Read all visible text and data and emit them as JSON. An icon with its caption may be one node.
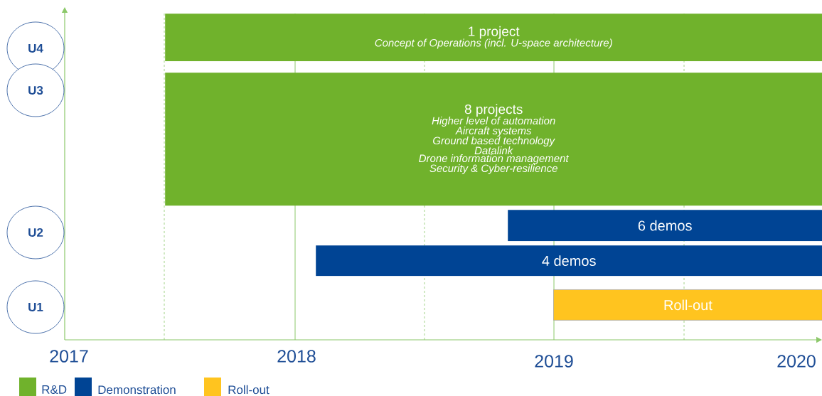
{
  "diagram": {
    "nodes": [
      {
        "text": [
          "U4"
        ]
      },
      {
        "text": [
          "U3"
        ]
      },
      {
        "text": [
          "U2"
        ]
      },
      {
        "text": [
          "U1"
        ]
      },
      {
        "text": [
          "1 project",
          "Concept of Operations (incl. U-space architecture)"
        ]
      },
      {
        "text": [
          "8 projects",
          "Higher level of automation",
          "Aircraft systems",
          "Ground based technology",
          "Datalink",
          "Drone information management",
          "Security & Cyber-resilience"
        ]
      },
      {
        "text": [
          "6 demos"
        ]
      },
      {
        "text": [
          "4 demos"
        ]
      },
      {
        "text": [
          "Roll-out"
        ]
      }
    ],
    "labels": [
      "2017",
      "2018",
      "2019",
      "2020"
    ],
    "legend": [
      {
        "text": "R&D",
        "color": "#70b22c"
      },
      {
        "text": "Demonstration",
        "color": "#004494"
      },
      {
        "text": "Roll-out",
        "color": "#ffc41f"
      }
    ]
  }
}
